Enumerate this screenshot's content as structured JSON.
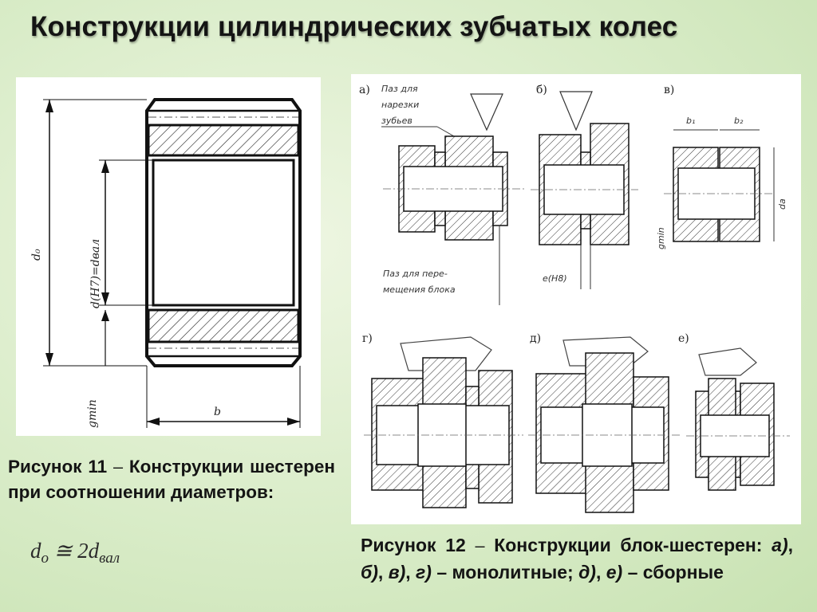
{
  "title": "Конструкции цилиндрических зубчатых колес",
  "figure11": {
    "dims": {
      "d0": "d₀",
      "dh": "d(H7)=dвал",
      "gmin": "gmin",
      "b": "b"
    },
    "caption": {
      "prefix": "Рисунок 11",
      "dash": "–",
      "text": "Конструкции шестерен при соотношении диаметров:"
    },
    "formula": {
      "lhs": "d",
      "lhs_sub": "o",
      "rel": "≅",
      "rhs": "2d",
      "rhs_sub": "вал"
    }
  },
  "figure12": {
    "labels": {
      "a": "а)",
      "b": "б)",
      "v": "в)",
      "g": "г)",
      "d": "д)",
      "e": "е)"
    },
    "notes": {
      "groove_cut_1": "Паз для",
      "groove_cut_2": "нарезки",
      "groove_cut_3": "зубьев",
      "groove_move_1": "Паз для пере-",
      "groove_move_2": "мещения блока",
      "e_h8": "e(H8)",
      "b1": "b₁",
      "b2": "b₂",
      "da": "dа",
      "gmin": "gmin"
    },
    "caption": {
      "prefix": "Рисунок 12",
      "dash": "–",
      "text1": "Конструкции блок-шестерен:",
      "a": "а)",
      "b": "б)",
      "v": "в)",
      "g": "г)",
      "dash2": "–",
      "mono": "монолитные;",
      "d": "д)",
      "sep": ",",
      "e": "е)",
      "dash3": "–",
      "assembled": "сборные"
    }
  },
  "colors": {
    "background": "#d9ecc8",
    "panel": "#ffffff",
    "ink": "#1a1a1a"
  }
}
